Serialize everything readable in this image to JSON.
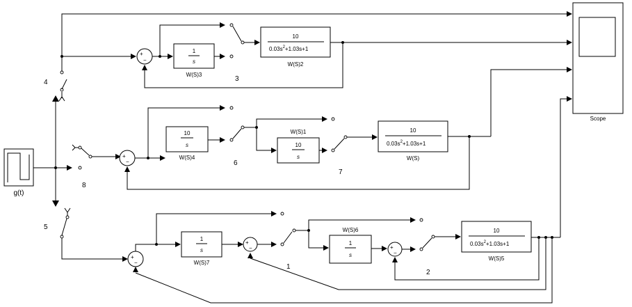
{
  "source_block": {
    "label": "g(t)"
  },
  "scope": {
    "label": "Scope"
  },
  "sum_signs": {
    "plus": "+",
    "minus": "−"
  },
  "blocks": {
    "ws3": {
      "num": "1",
      "den": "s",
      "label": "W(S)3"
    },
    "ws2": {
      "num": "10",
      "den_a": "0.03s",
      "den_exp": "2",
      "den_b": "+1.03s+1",
      "label": "W(S)2"
    },
    "ws4": {
      "num": "10",
      "den": "s",
      "label": "W(S)4"
    },
    "ws1": {
      "num": "10",
      "den": "s",
      "label": "W(S)1"
    },
    "ws": {
      "num": "10",
      "den_a": "0.03s",
      "den_exp": "2",
      "den_b": "+1.03s+1",
      "label": "W(S)"
    },
    "ws7": {
      "num": "1",
      "den": "s",
      "label": "W(S)7"
    },
    "ws6": {
      "num": "1",
      "den": "s",
      "label": "W(S)6"
    },
    "ws5": {
      "num": "10",
      "den_a": "0.03s",
      "den_exp": "2",
      "den_b": "+1.03s+1",
      "label": "W(S)5"
    }
  },
  "switch_labels": {
    "s1": "1",
    "s2": "2",
    "s3": "3",
    "s4": "4",
    "s5": "5",
    "s6": "6",
    "s7": "7",
    "s8": "8"
  }
}
